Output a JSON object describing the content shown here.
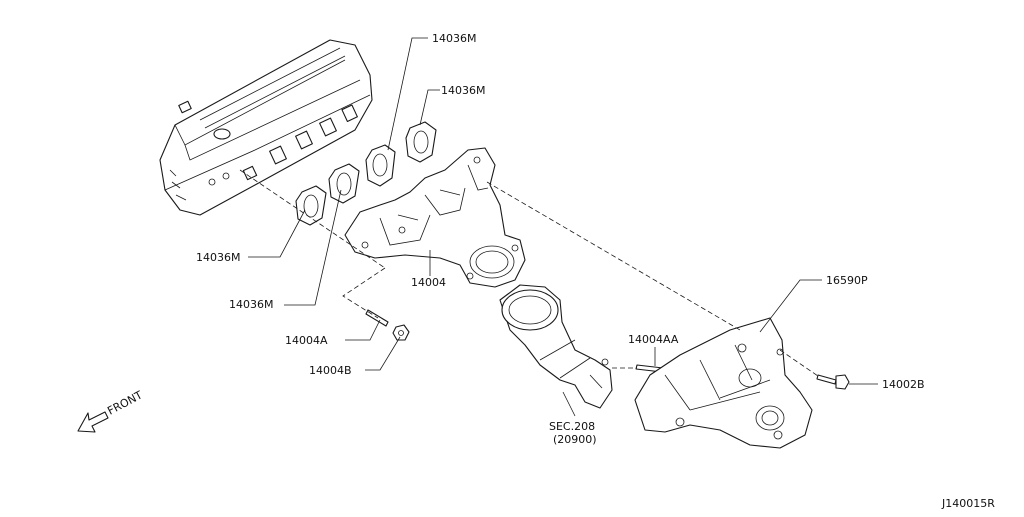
{
  "labels": {
    "gasket_top_1": "14036M",
    "gasket_top_2": "14036M",
    "gasket_left_1": "14036M",
    "gasket_left_2": "14036M",
    "manifold": "14004",
    "stud_a": "14004A",
    "nut_b": "14004B",
    "stud_aa": "14004AA",
    "heat_cover": "16590P",
    "bolt": "14002B",
    "sec_ref": "SEC.208",
    "sec_ref_part": "(20900)",
    "front": "FRONT",
    "diagram_id": "J140015R"
  }
}
